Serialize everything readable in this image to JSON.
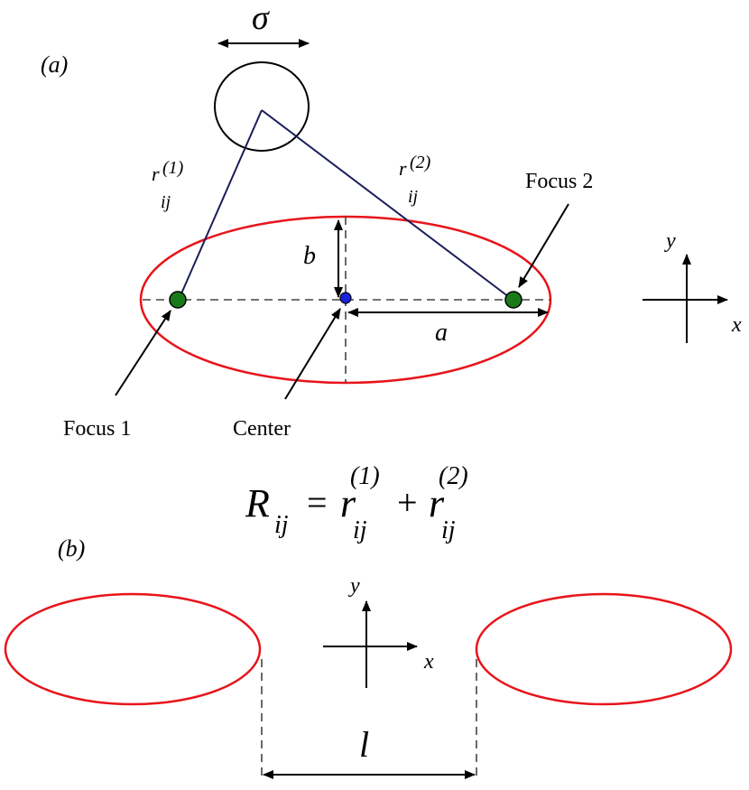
{
  "panel_a": {
    "label": "(a)",
    "sigma_label": "σ",
    "r1": {
      "base": "r",
      "sub": "ij",
      "sup": "(1)"
    },
    "r2": {
      "base": "r",
      "sub": "ij",
      "sup": "(2)"
    },
    "focus2_label": "Focus 2",
    "focus1_label": "Focus 1",
    "center_label": "Center",
    "b_label": "b",
    "a_label": "a",
    "axis_x": "x",
    "axis_y": "y"
  },
  "equation": {
    "R": "R",
    "R_sub": "ij",
    "equals": "=",
    "r1": "r",
    "r1_sub": "ij",
    "r1_sup": "(1)",
    "plus": "+",
    "r2": "r",
    "r2_sub": "ij",
    "r2_sup": "(2)"
  },
  "panel_b": {
    "label": "(b)",
    "l_label": "l",
    "axis_x": "x",
    "axis_y": "y"
  },
  "colors": {
    "ellipse": "#e8141b",
    "lines": "#1b1e5a",
    "focus": "#1a7a1a",
    "center": "#1a22e0",
    "ink": "#000000"
  }
}
